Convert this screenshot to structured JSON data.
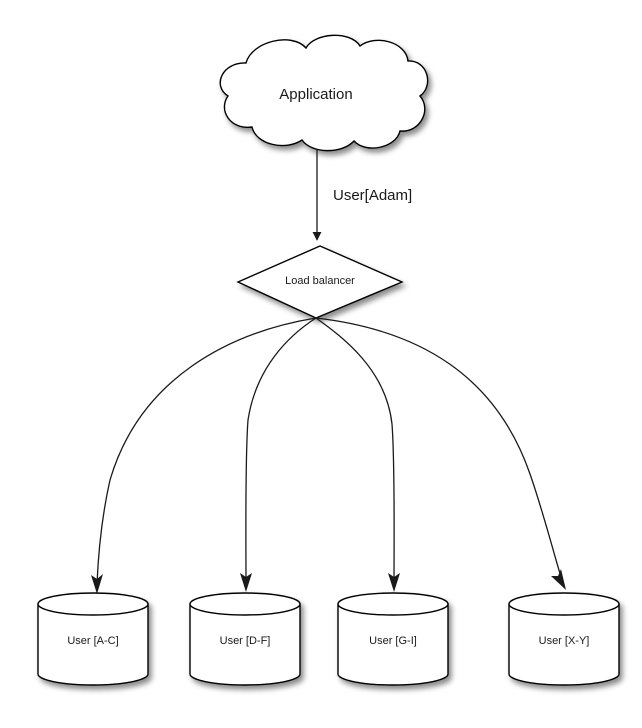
{
  "diagram": {
    "title": "Load balancer user sharding diagram",
    "background_color": "#ffffff",
    "stroke_color": "#000000",
    "text_color": "#1a1a1a",
    "nodes": {
      "application": {
        "label": "Application",
        "shape": "cloud"
      },
      "load_balancer": {
        "label": "Load balancer",
        "shape": "diamond"
      },
      "shards": [
        {
          "label": "User [A-C]",
          "shape": "cylinder"
        },
        {
          "label": "User [D-F]",
          "shape": "cylinder"
        },
        {
          "label": "User [G-I]",
          "shape": "cylinder"
        },
        {
          "label": "User [X-Y]",
          "shape": "cylinder"
        }
      ]
    },
    "edges": {
      "application_to_load_balancer": {
        "label": "User[Adam]",
        "arrow": "down"
      },
      "load_balancer_to_shards": [
        {
          "label": "",
          "arrow": "down"
        },
        {
          "label": "",
          "arrow": "down"
        },
        {
          "label": "",
          "arrow": "down"
        },
        {
          "label": "",
          "arrow": "down"
        }
      ]
    }
  }
}
